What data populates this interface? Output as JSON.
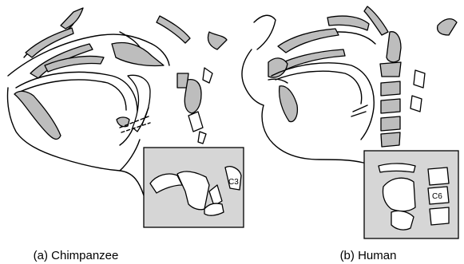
{
  "panels": [
    {
      "caption": "(a) Chimpanzee",
      "inset_label": "C3"
    },
    {
      "caption": "(b) Human",
      "inset_label": "C6"
    }
  ],
  "colors": {
    "bone": "#bdbdbd",
    "inset_background": "#d6d6d6",
    "outline": "#000000"
  }
}
